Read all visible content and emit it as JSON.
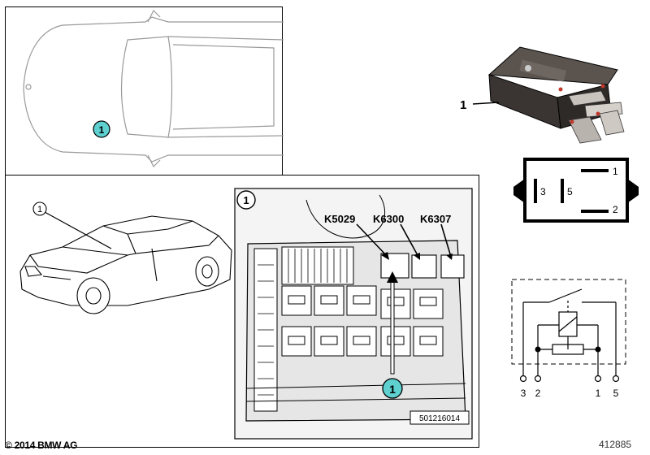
{
  "callouts": {
    "top_view": "1",
    "car_side": "1",
    "detail_panel": "1",
    "detail_arrow": "1",
    "relay_photo": "1"
  },
  "fusebox": {
    "relay_labels": [
      "K5029",
      "K6300",
      "K6307"
    ],
    "part_number": "501216014"
  },
  "pin_diagram": {
    "pins": [
      "1",
      "2",
      "3",
      "5"
    ]
  },
  "schematic": {
    "terminals": [
      "3",
      "2",
      "1",
      "5"
    ]
  },
  "footer": {
    "copyright": "© 2014 BMW AG",
    "diagram_number": "412885"
  },
  "colors": {
    "callout_fill": "#5ed0cf",
    "line": "#000000",
    "relay_body": "#3a3532"
  }
}
